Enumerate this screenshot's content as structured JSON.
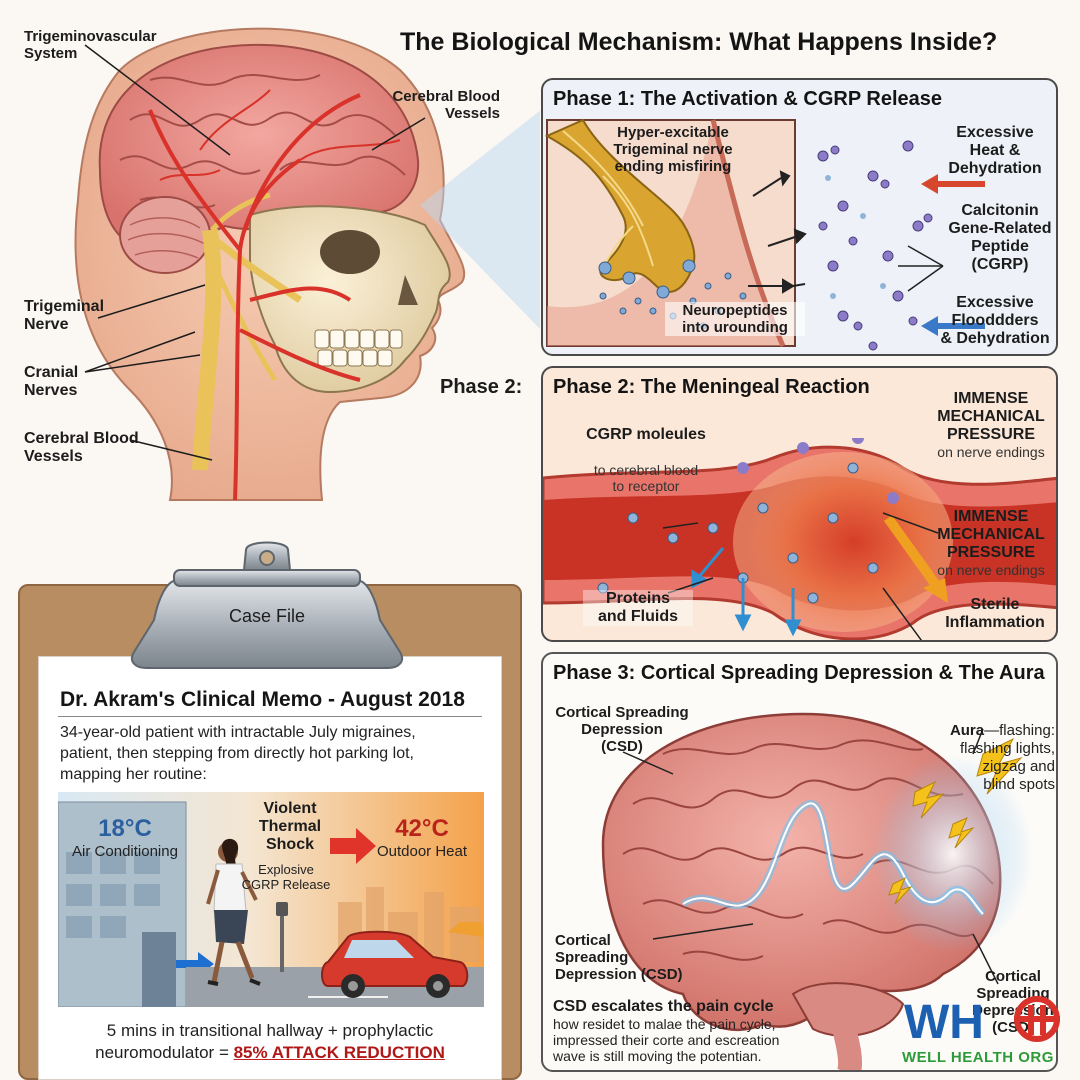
{
  "title": "The Biological Mechanism: What Happens Inside?",
  "anatomy": {
    "trigeminovascular": "Trigeminovascular\nSystem",
    "cerebral_vessels_top": "Cerebral Blood\nVessels",
    "trigeminal_nerve": "Trigeminal\nNerve",
    "cranial_nerves": "Cranial\nNerves",
    "cerebral_vessels_bottom": "Cerebral Blood\nVessels",
    "phase2_pointer": "Phase 2:"
  },
  "phase1": {
    "title": "Phase 1: The Activation & CGRP Release",
    "nerve_label": "Hyper-excitable\nTrigeminal nerve\nending misfiring",
    "neuropeptides": "Neuropeptides\ninto urounding",
    "heat": "Excessive\nHeat &\nDehydration",
    "cgrp": "Calcitonin\nGene-Related\nPeptide\n(CGRP)",
    "flood": "Excessive\nFlooddders\n& Dehydration"
  },
  "phase2": {
    "title": "Phase 2: The Meningeal Reaction",
    "cgrp_molecules_bold": "CGRP moleules",
    "cgrp_molecules_rest": "to cerebral blood\nto receptor",
    "pressure1_bold": "IMMENSE\nMECHANICAL\nPRESSURE",
    "pressure1_rest": "on nerve endings",
    "pressure2_bold": "IMMENSE\nMECHANICAL\nPRESSURE",
    "pressure2_rest": "on nerve endings",
    "proteins": "Proteins\nand Fluids",
    "inflammation": "Sterile\nInflammation"
  },
  "phase3": {
    "title": "Phase 3: Cortical Spreading Depression & The Aura",
    "csd_top": "Cortical Spreading\nDepression\n(CSD)",
    "aura_bold": "Aura",
    "aura_rest": "—flashing:\nflashing lights,\nzigzag and\nblind spots",
    "csd_mid": "Cortical\nSpreading\nDepression (CSD)",
    "csd_right": "Cortical\nSpreading\nDepression\n(CSD)",
    "escalates_bold": "CSD escalates the pain cycle",
    "escalates_rest": "how residet to malae the pain cycle,\nimpressed their corte and escreation\nwave is still moving the potentian."
  },
  "case_file": {
    "clip_label": "Case File",
    "memo_title": "Dr. Akram's Clinical Memo - August 2018",
    "memo_body": "34-year-old patient with intractable July migraines,\npatient, then stepping from directly hot parking lot,\nmapping her routine:",
    "indoor_temp": "18°C",
    "indoor_label": "Air Conditioning",
    "shock_label": "Violent\nThermal\nShock",
    "release_label": "Explosive\nCGRP Release",
    "outdoor_temp": "42°C",
    "outdoor_label": "Outdoor Heat",
    "outcome_prefix": "5 mins in transitional hallway + prophylactic\nneuromodulator = ",
    "outcome_highlight": "85% ATTACK REDUCTION"
  },
  "logo": {
    "mark": "WH",
    "text": "WELL HEALTH ORG"
  },
  "colors": {
    "accent_red": "#c0231d",
    "vessel_red": "#d8322a",
    "nerve_yellow": "#e9c35a",
    "aura_blue": "#4aa8e8",
    "logo_blue": "#1d5fb0",
    "logo_green": "#2e9a3a"
  }
}
